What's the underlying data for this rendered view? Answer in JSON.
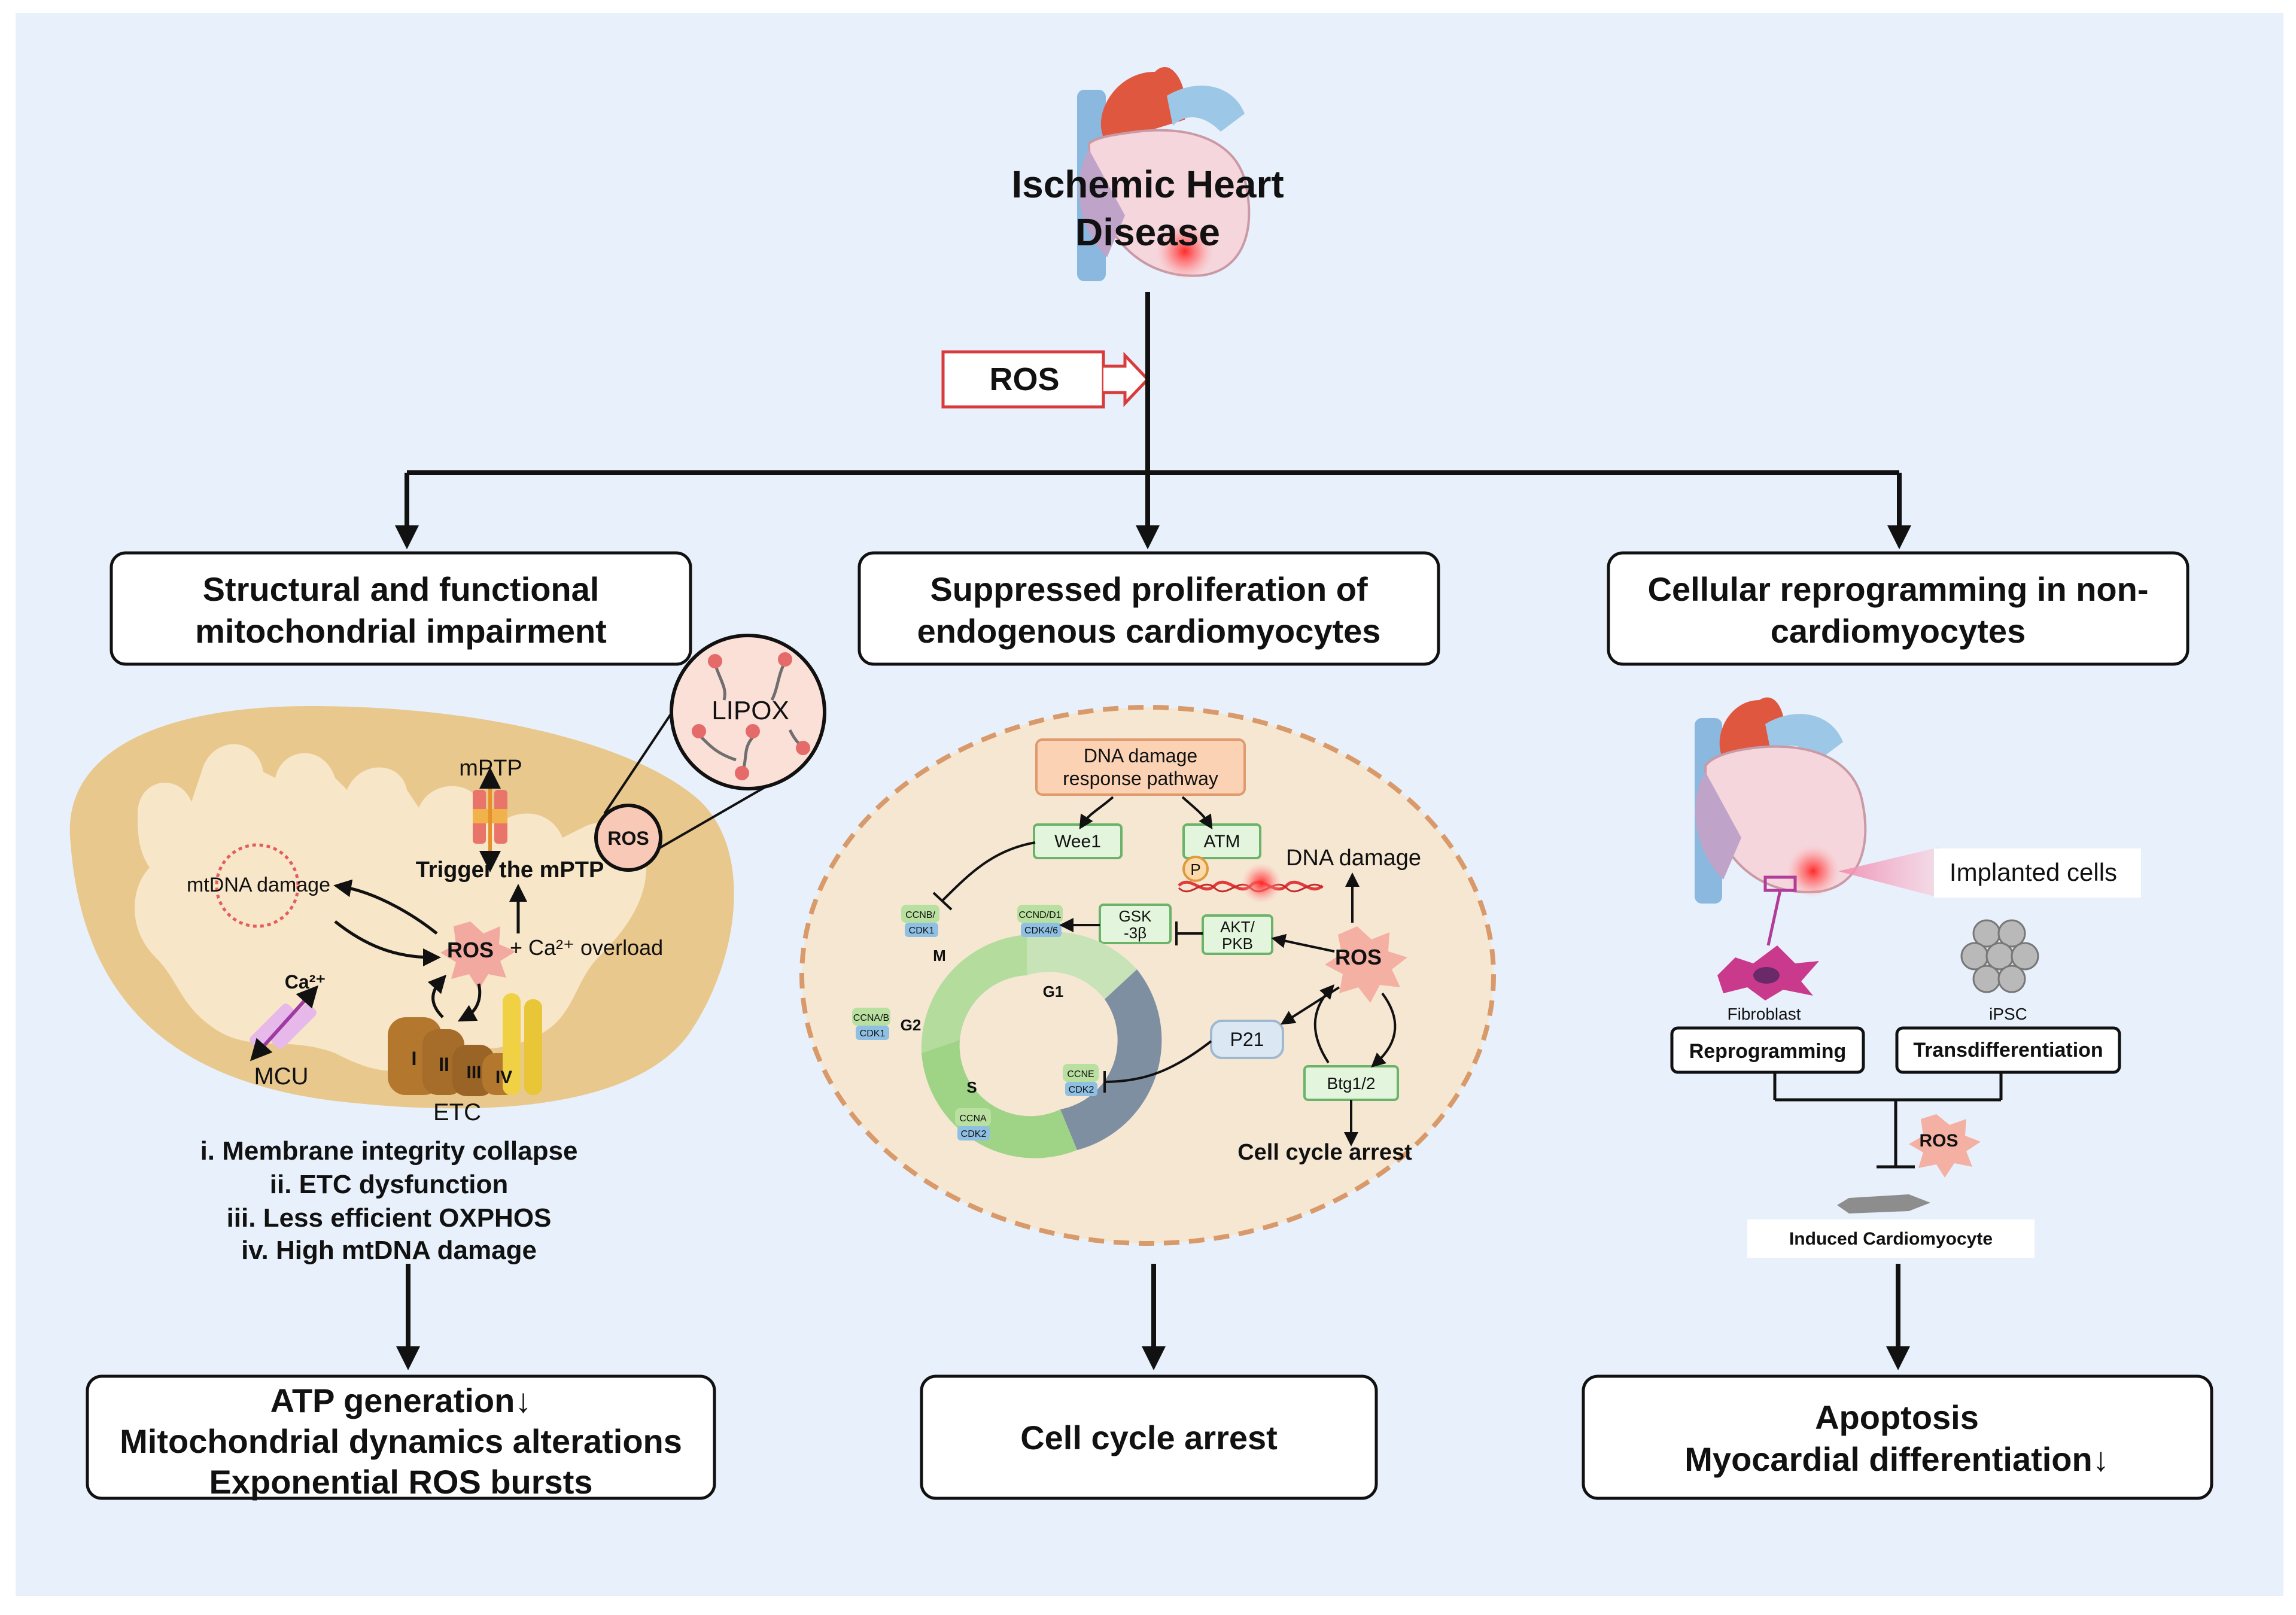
{
  "colors": {
    "background": "#e8f1fb",
    "line": "#111111",
    "ros_box": "#d83b3b",
    "mito_outer": "#e9c88e",
    "mito_inner": "#f7e6c8",
    "cell": "#f6e7d3",
    "cell_border": "#d89a6a",
    "green_box": "#e3f5dc",
    "green_border": "#6cb36a",
    "orange_box": "#fbd3b4",
    "orange_border": "#e09a6d",
    "implanted": "#f3c4d4"
  },
  "top": {
    "title_line1": "Ischemic Heart",
    "title_line2": "Disease",
    "ros_label": "ROS"
  },
  "branches": [
    {
      "header_line1": "Structural and functional",
      "header_line2": "mitochondrial impairment",
      "result_lines": [
        "ATP generation↓",
        "Mitochondrial dynamics alterations",
        "Exponential ROS bursts"
      ]
    },
    {
      "header_line1": "Suppressed proliferation of",
      "header_line2": "endogenous cardiomyocytes",
      "result_lines": [
        "Cell cycle arrest"
      ]
    },
    {
      "header_line1": "Cellular reprogramming in non-",
      "header_line2": "cardiomyocytes",
      "result_lines": [
        "Apoptosis",
        "Myocardial differentiation↓"
      ]
    }
  ],
  "mito": {
    "lipox": "LIPOX",
    "mptp": "mPTP",
    "trigger": "Trigger the mPTP",
    "ros": "ROS",
    "ros_small": "ROS",
    "mtdna": "mtDNA damage",
    "ca_overload": "+ Ca²⁺ overload",
    "ca": "Ca²⁺",
    "mcu": "MCU",
    "etc": "ETC",
    "complexes": [
      "I",
      "II",
      "III",
      "IV"
    ],
    "list": [
      "i. Membrane integrity collapse",
      "ii. ETC dysfunction",
      "iii. Less efficient OXPHOS",
      "iv. High mtDNA damage"
    ]
  },
  "cycle": {
    "ddr_line1": "DNA damage",
    "ddr_line2": "response pathway",
    "wee1": "Wee1",
    "atm": "ATM",
    "p": "P",
    "dna_damage": "DNA damage",
    "gsk_line1": "GSK",
    "gsk_line2": "-3β",
    "akt_line1": "AKT/",
    "akt_line2": "PKB",
    "ros": "ROS",
    "p21": "P21",
    "btg": "Btg1/2",
    "arrest": "Cell cycle arrest",
    "phases": [
      "M",
      "G1",
      "S",
      "G2"
    ],
    "cyclins": [
      {
        "top": "CCNB/",
        "bottom": "CDK1"
      },
      {
        "top": "CCND/D1",
        "bottom": "CDK4/6"
      },
      {
        "top": "CCNA/B",
        "bottom": "CDK1"
      },
      {
        "top": "CCNE",
        "bottom": "CDK2"
      },
      {
        "top": "CCNA",
        "bottom": "CDK2"
      }
    ]
  },
  "reprog": {
    "implanted": "Implanted cells",
    "fibroblast": "Fibroblast",
    "ipsc": "iPSC",
    "reprogramming": "Reprogramming",
    "transdiff": "Transdifferentiation",
    "ros": "ROS",
    "induced": "Induced Cardiomyocyte"
  }
}
